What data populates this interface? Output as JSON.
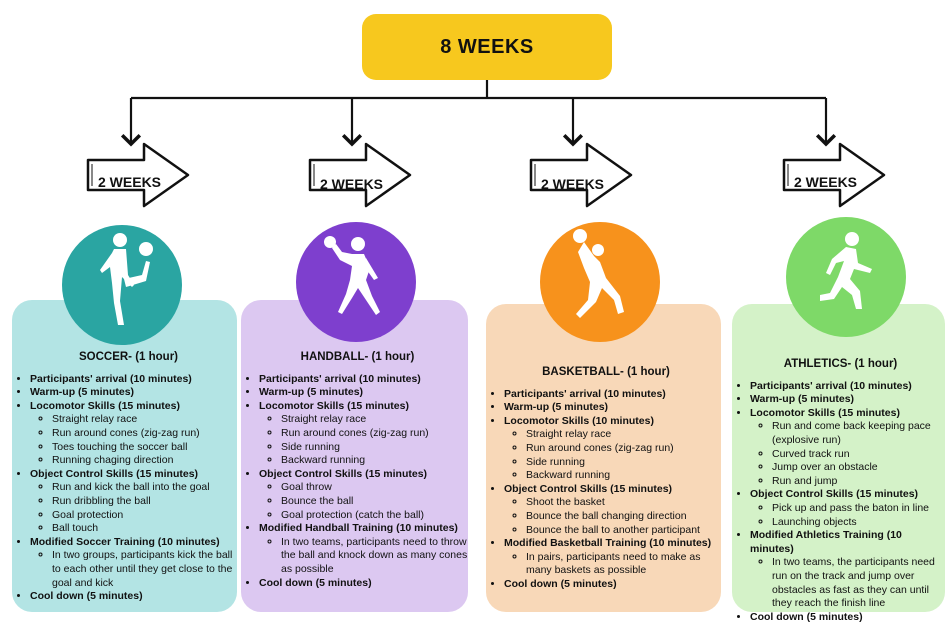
{
  "header": {
    "title": "8 WEEKS"
  },
  "columns": [
    {
      "duration": "2 WEEKS",
      "icon": "soccer-player-icon",
      "color": "#2aa5a2",
      "card_color": "#b3e4e4",
      "title": "SOCCER- (1 hour)",
      "items": [
        {
          "label": "Participants' arrival (10 minutes)",
          "subitems": []
        },
        {
          "label": "Warm-up (5 minutes)",
          "subitems": []
        },
        {
          "label": "Locomotor Skills (15 minutes)",
          "subitems": [
            "Straight relay race",
            "Run around cones (zig-zag run)",
            "Toes touching  the soccer ball",
            "Running chaging direction"
          ]
        },
        {
          "label": "Object Control Skills (15 minutes)",
          "subitems": [
            "Run and kick the ball into the goal",
            "Run dribbling the ball",
            "Goal protection",
            "Ball touch"
          ]
        },
        {
          "label": "Modified Soccer Training (10 minutes)",
          "subitems": [
            "In two groups, participants kick the ball to each other until they get close to the goal and kick"
          ]
        },
        {
          "label": "Cool down (5 minutes)",
          "subitems": []
        }
      ]
    },
    {
      "duration": "2 WEEKS",
      "icon": "handball-player-icon",
      "color": "#7e3fce",
      "card_color": "#dcc8f1",
      "title": "HANDBALL- (1 hour)",
      "items": [
        {
          "label": "Participants' arrival (10 minutes)",
          "subitems": []
        },
        {
          "label": "Warm-up (5 minutes)",
          "subitems": []
        },
        {
          "label": "Locomotor Skills (15 minutes)",
          "subitems": [
            "Straight relay race",
            "Run around cones (zig-zag run)",
            "Side running",
            "Backward running"
          ]
        },
        {
          "label": " Object Control Skills (15 minutes)",
          "subitems": [
            "Goal throw",
            "Bounce the ball",
            "Goal protection (catch the ball)"
          ]
        },
        {
          "label": "Modified  Handball Training (10 minutes)",
          "subitems": [
            "In two teams, participants need to throw the ball and knock down as many cones as possible"
          ]
        },
        {
          "label": "Cool down (5 minutes)",
          "subitems": []
        }
      ]
    },
    {
      "duration": "2 WEEKS",
      "icon": "basketball-player-icon",
      "color": "#f7921c",
      "card_color": "#f8d8b8",
      "title": "BASKETBALL- (1 hour)",
      "items": [
        {
          "label": "Participants' arrival (10 minutes)",
          "subitems": []
        },
        {
          "label": "Warm-up (5 minutes)",
          "subitems": []
        },
        {
          "label": "Locomotor Skills (10 minutes)",
          "subitems": [
            "Straight relay race",
            "Run around cones (zig-zag run)",
            "Side running",
            "Backward running"
          ]
        },
        {
          "label": " Object Control Skills (15 minutes)",
          "subitems": [
            "Shoot the basket",
            "Bounce the ball changing direction",
            "Bounce the ball to another participant"
          ]
        },
        {
          "label": "Modified  Basketball Training (10 minutes)",
          "subitems": [
            "In pairs, participants need to make as many baskets as possible"
          ]
        },
        {
          "label": "Cool down (5 minutes)",
          "subitems": []
        }
      ]
    },
    {
      "duration": "2 WEEKS",
      "icon": "runner-icon",
      "color": "#7ed968",
      "card_color": "#d4f2c8",
      "title": "ATHLETICS- (1 hour)",
      "items": [
        {
          "label": "Participants' arrival (10 minutes)",
          "subitems": []
        },
        {
          "label": "Warm-up (5 minutes)",
          "subitems": []
        },
        {
          "label": "Locomotor Skills (15 minutes)",
          "subitems": [
            "Run and come back keeping pace (explosive run)",
            "Curved track run",
            "Jump over an obstacle",
            "Run and jump"
          ]
        },
        {
          "label": " Object Control Skills (15 minutes)",
          "subitems": [
            "Pick up and pass the baton in line",
            "Launching objects"
          ]
        },
        {
          "label": "Modified  Athletics Training (10 minutes)",
          "subitems": [
            "In two teams, the participants need run on the track and jump over obstacles as fast as they can until they reach the finish line"
          ]
        },
        {
          "label": "Cool down (5 minutes)",
          "subitems": []
        }
      ]
    }
  ]
}
